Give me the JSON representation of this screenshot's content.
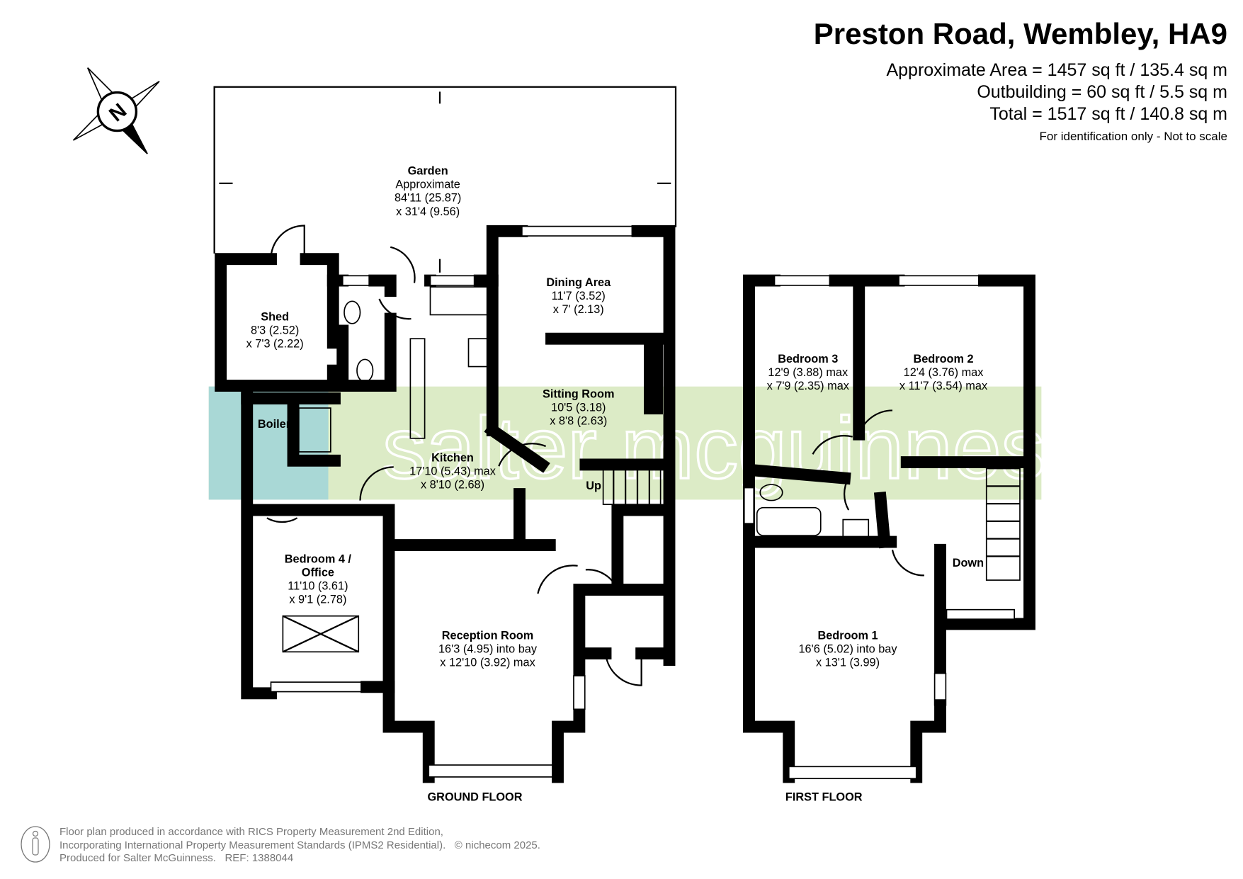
{
  "header": {
    "title": "Preston Road, Wembley, HA9",
    "approx_area": "Approximate Area = 1457 sq ft / 135.4 sq m",
    "outbuilding": "Outbuilding = 60 sq ft / 5.5 sq m",
    "total": "Total = 1517 sq ft / 140.8 sq m",
    "note": "For identification only - Not to scale"
  },
  "compass": {
    "label": "N",
    "icon": "compass-icon"
  },
  "watermark": {
    "text": "salter mcguinness",
    "color": "#dcebc6",
    "logo_color": "#a9d8d6"
  },
  "ground_floor": {
    "label": "GROUND FLOOR",
    "stairs_label": "Up",
    "rooms": [
      {
        "name": "Garden",
        "lines": [
          "Approximate",
          "84'11 (25.87)",
          "x 31'4 (9.56)"
        ]
      },
      {
        "name": "Shed",
        "lines": [
          "8'3 (2.52)",
          "x 7'3 (2.22)"
        ]
      },
      {
        "name": "Dining Area",
        "lines": [
          "11'7 (3.52)",
          "x 7' (2.13)"
        ]
      },
      {
        "name": "Sitting Room",
        "lines": [
          "10'5 (3.18)",
          "x 8'8 (2.63)"
        ]
      },
      {
        "name": "Boiler",
        "lines": []
      },
      {
        "name": "Kitchen",
        "lines": [
          "17'10 (5.43) max",
          "x 8'10 (2.68)"
        ]
      },
      {
        "name": "Bedroom 4 /",
        "name2": "Office",
        "lines": [
          "11'10 (3.61)",
          "x 9'1 (2.78)"
        ]
      },
      {
        "name": "Reception Room",
        "lines": [
          "16'3 (4.95) into bay",
          "x 12'10 (3.92) max"
        ]
      }
    ]
  },
  "first_floor": {
    "label": "FIRST FLOOR",
    "stairs_label": "Down",
    "rooms": [
      {
        "name": "Bedroom 3",
        "lines": [
          "12'9 (3.88) max",
          "x 7'9 (2.35) max"
        ]
      },
      {
        "name": "Bedroom 2",
        "lines": [
          "12'4 (3.76) max",
          "x 11'7 (3.54) max"
        ]
      },
      {
        "name": "Bedroom 1",
        "lines": [
          "16'6 (5.02) into bay",
          "x 13'1 (3.99)"
        ]
      }
    ]
  },
  "footer": {
    "line1": "Floor plan produced in accordance with RICS Property Measurement 2nd Edition,",
    "line2": "Incorporating International Property Measurement Standards (IPMS2 Residential).",
    "copyright": "© nichecom 2025.",
    "line3": "Produced for Salter McGuinness.",
    "ref": "REF: 1388044"
  }
}
